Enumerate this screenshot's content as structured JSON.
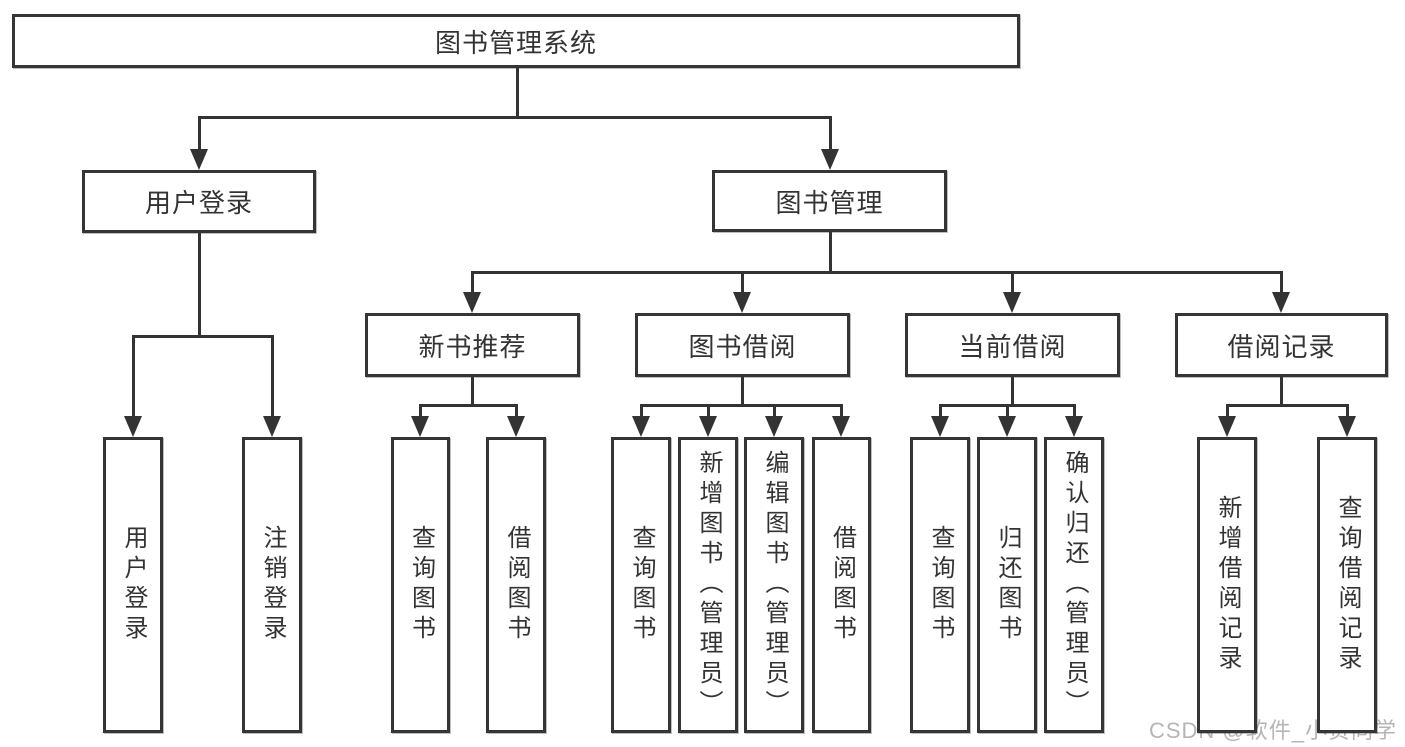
{
  "style": {
    "background": "#ffffff",
    "line_color": "#333333",
    "box_border_color": "#353535",
    "text_color": "#333333",
    "watermark_color": "#b5b5b5"
  },
  "watermark": {
    "text": "CSDN @软件_小贺同学"
  },
  "diagram": {
    "type": "feature-tree",
    "title": "图书管理系统",
    "nodes": [
      {
        "id": "root",
        "label": "图书管理系统",
        "parent": null
      },
      {
        "id": "user-login-menu",
        "label": "用户登录",
        "parent": "root"
      },
      {
        "id": "book-management",
        "label": "图书管理",
        "parent": "root"
      },
      {
        "id": "new-book-recommend",
        "label": "新书推荐",
        "parent": "book-management"
      },
      {
        "id": "book-borrowing",
        "label": "图书借阅",
        "parent": "book-management"
      },
      {
        "id": "current-borrowing",
        "label": "当前借阅",
        "parent": "book-management"
      },
      {
        "id": "borrowing-records",
        "label": "借阅记录",
        "parent": "book-management"
      },
      {
        "id": "user-login",
        "label": "用户登录",
        "parent": "user-login-menu"
      },
      {
        "id": "logout-login",
        "label": "注销登录",
        "parent": "user-login-menu"
      },
      {
        "id": "query-books-a",
        "label": "查询图书",
        "parent": "new-book-recommend"
      },
      {
        "id": "borrow-books-a",
        "label": "借阅图书",
        "parent": "new-book-recommend"
      },
      {
        "id": "query-books-b",
        "label": "查询图书",
        "parent": "book-borrowing"
      },
      {
        "id": "add-books-admin",
        "label": "新增图书（管理员）",
        "parent": "book-borrowing"
      },
      {
        "id": "edit-books-admin",
        "label": "编辑图书（管理员）",
        "parent": "book-borrowing"
      },
      {
        "id": "borrow-books-b",
        "label": "借阅图书",
        "parent": "book-borrowing"
      },
      {
        "id": "query-books-c",
        "label": "查询图书",
        "parent": "current-borrowing"
      },
      {
        "id": "return-books",
        "label": "归还图书",
        "parent": "current-borrowing"
      },
      {
        "id": "confirm-return-admin",
        "label": "确认归还（管理员）",
        "parent": "current-borrowing"
      },
      {
        "id": "add-borrow-record",
        "label": "新增借阅记录",
        "parent": "borrowing-records"
      },
      {
        "id": "query-borrow-record",
        "label": "查询借阅记录",
        "parent": "borrowing-records"
      }
    ]
  }
}
